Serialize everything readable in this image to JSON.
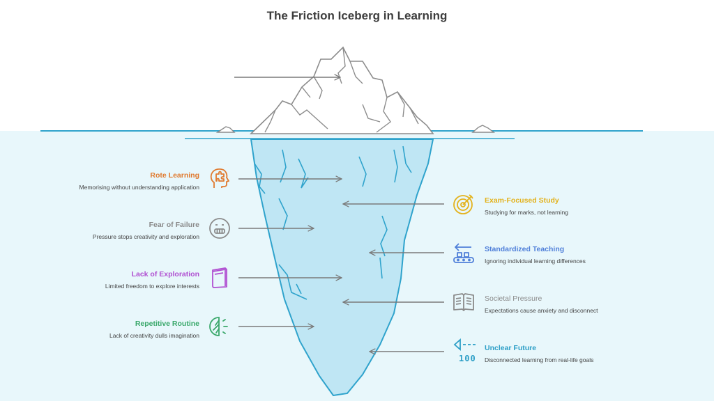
{
  "title": "The Friction Iceberg in Learning",
  "left_items": [
    {
      "title": "Rote Learning",
      "desc": "Memorising without understanding application",
      "color": "#e07a2f",
      "icon": "head-puzzle-icon"
    },
    {
      "title": "Fear of Failure",
      "desc": "Pressure stops creativity and exploration",
      "color": "#8a8a8a",
      "icon": "grimace-face-icon"
    },
    {
      "title": "Lack of Exploration",
      "desc": "Limited freedom to explore interests",
      "color": "#b04fd1",
      "icon": "book-icon"
    },
    {
      "title": "Repetitive Routine",
      "desc": "Lack of creativity dulls imagination",
      "color": "#3aa86b",
      "icon": "half-circle-rays-icon"
    }
  ],
  "right_items": [
    {
      "title": "Exam-Focused Study",
      "desc": "Studying for marks, not learning",
      "color": "#e3b21d",
      "icon": "target-icon"
    },
    {
      "title": "Standardized Teaching",
      "desc": "Ignoring individual learning differences",
      "color": "#4f7fd9",
      "icon": "conveyor-icon"
    },
    {
      "title": "Societal Pressure",
      "desc": "Expectations cause anxiety and disconnect",
      "color": "#8a8a8a",
      "icon": "open-book-icon"
    },
    {
      "title": "Unclear Future",
      "desc": "Disconnected learning from real-life goals",
      "color": "#2e9fc7",
      "icon": "arrow-100-icon",
      "icon_text": "100"
    }
  ]
}
